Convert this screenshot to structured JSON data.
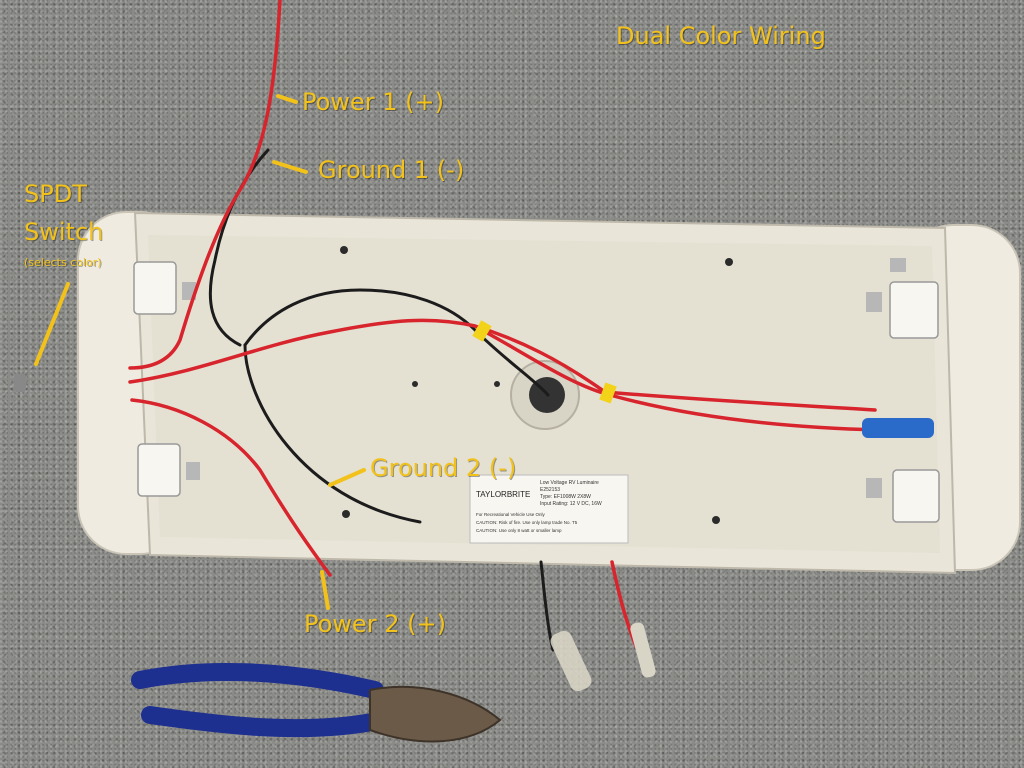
{
  "title": "Dual Color Wiring",
  "labels": {
    "power1": "Power 1 (+)",
    "ground1": "Ground 1 (-)",
    "switch_line1": "SPDT",
    "switch_line2": "Switch",
    "switch_note": "(selects color)",
    "ground2": "Ground 2 (-)",
    "power2": "Power 2 (+)"
  },
  "fixture_label": {
    "brand": "TAYLORBRITE",
    "lines": [
      "Low Voltage RV Luminaire",
      "E252153",
      "Type: EF1008W   2X8W",
      "Input Rating: 12 V DC, 16W"
    ],
    "footer": [
      "For Recreational Vehicle Use Only",
      "CAUTION: Risk of fire. Use only lamp trade No. T5",
      "CAUTION: Use only 8 watt or smaller lamp"
    ]
  },
  "colors": {
    "annotation": "#f2c21b",
    "wire_red": "#d8242c",
    "wire_black": "#1c1c1c",
    "fixture": "#ebe7db",
    "tape_yellow": "#f3d21a",
    "connector_blue": "#2a6bc9",
    "plier_handle": "#1d2f8f"
  }
}
